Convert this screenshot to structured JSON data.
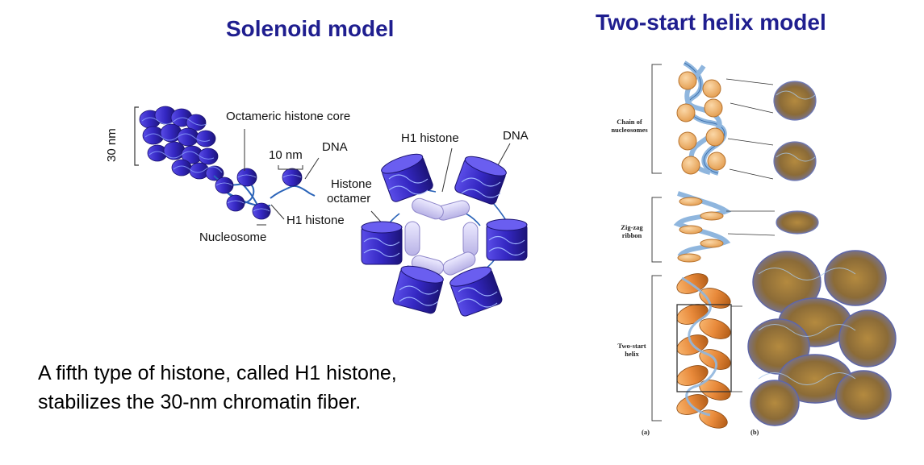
{
  "solenoid": {
    "title": "Solenoid model",
    "scale_label": "30 nm",
    "labels": {
      "octameric_core": "Octameric histone core",
      "ten_nm": "10 nm",
      "dna": "DNA",
      "h1_histone": "H1 histone",
      "nucleosome": "Nucleosome",
      "h1_histone_top": "H1 histone",
      "dna_right": "DNA",
      "histone_octamer_line1": "Histone",
      "histone_octamer_line2": "octamer"
    },
    "caption_line1": "A fifth type of histone, called H1 histone,",
    "caption_line2": "stabilizes the 30-nm chromatin fiber."
  },
  "two_start": {
    "title": "Two-start helix model",
    "labels": {
      "chain_line1": "Chain of",
      "chain_line2": "nucleosomes",
      "zigzag_line1": "Zig-zag",
      "zigzag_line2": "ribbon",
      "twostart_line1": "Two-start",
      "twostart_line2": "helix",
      "panel_a": "(a)",
      "panel_b": "(b)"
    }
  },
  "colors": {
    "title": "#1f1e8f",
    "nucleosome_blue": "#3b2fc9",
    "dna_line": "#2a63b8",
    "h1_lavender": "#c9c4ee",
    "helix_orange": "#e8893a",
    "helix_blue": "#8fb6de",
    "cryo_gold": "#a07c3c",
    "cryo_blue": "#7d86c8"
  }
}
